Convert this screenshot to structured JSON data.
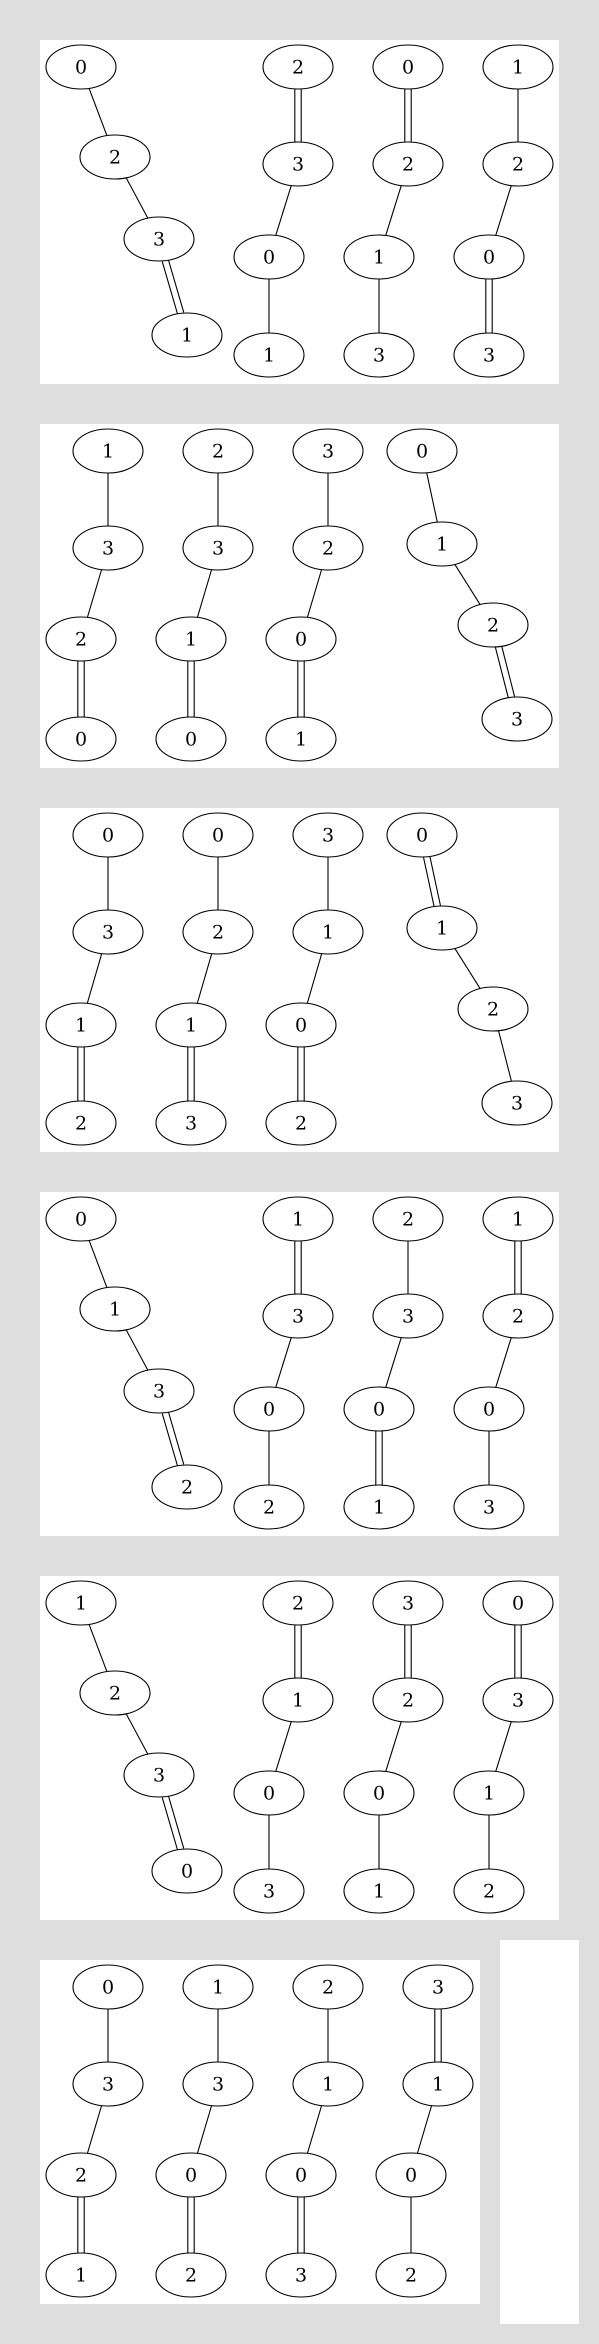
{
  "colors": {
    "background": "#dedede",
    "panel": "#ffffff",
    "stroke": "#000000"
  },
  "panels": [
    {
      "chains": [
        {
          "nodes": [
            "0",
            "2",
            "3",
            "1"
          ],
          "edges": [
            "single",
            "single",
            "double"
          ]
        },
        {
          "nodes": [
            "2",
            "3",
            "0",
            "1"
          ],
          "edges": [
            "double",
            "single",
            "single"
          ]
        },
        {
          "nodes": [
            "0",
            "2",
            "1",
            "3"
          ],
          "edges": [
            "double",
            "single",
            "single"
          ]
        },
        {
          "nodes": [
            "1",
            "2",
            "0",
            "3"
          ],
          "edges": [
            "single",
            "single",
            "double"
          ]
        }
      ]
    },
    {
      "chains": [
        {
          "nodes": [
            "1",
            "3",
            "2",
            "0"
          ],
          "edges": [
            "single",
            "single",
            "double"
          ]
        },
        {
          "nodes": [
            "2",
            "3",
            "1",
            "0"
          ],
          "edges": [
            "single",
            "single",
            "double"
          ]
        },
        {
          "nodes": [
            "3",
            "2",
            "0",
            "1"
          ],
          "edges": [
            "single",
            "single",
            "double"
          ]
        },
        {
          "nodes": [
            "0",
            "1",
            "2",
            "3"
          ],
          "edges": [
            "single",
            "single",
            "double"
          ]
        }
      ]
    },
    {
      "chains": [
        {
          "nodes": [
            "0",
            "3",
            "1",
            "2"
          ],
          "edges": [
            "single",
            "single",
            "double"
          ]
        },
        {
          "nodes": [
            "0",
            "2",
            "1",
            "3"
          ],
          "edges": [
            "single",
            "single",
            "double"
          ]
        },
        {
          "nodes": [
            "3",
            "1",
            "0",
            "2"
          ],
          "edges": [
            "single",
            "single",
            "double"
          ]
        },
        {
          "nodes": [
            "0",
            "1",
            "2",
            "3"
          ],
          "edges": [
            "double",
            "single",
            "single"
          ]
        }
      ]
    },
    {
      "chains": [
        {
          "nodes": [
            "0",
            "1",
            "3",
            "2"
          ],
          "edges": [
            "single",
            "single",
            "double"
          ]
        },
        {
          "nodes": [
            "1",
            "3",
            "0",
            "2"
          ],
          "edges": [
            "double",
            "single",
            "single"
          ]
        },
        {
          "nodes": [
            "2",
            "3",
            "0",
            "1"
          ],
          "edges": [
            "single",
            "single",
            "double"
          ]
        },
        {
          "nodes": [
            "1",
            "2",
            "0",
            "3"
          ],
          "edges": [
            "double",
            "single",
            "single"
          ]
        }
      ]
    },
    {
      "chains": [
        {
          "nodes": [
            "1",
            "2",
            "3",
            "0"
          ],
          "edges": [
            "single",
            "single",
            "double"
          ]
        },
        {
          "nodes": [
            "2",
            "1",
            "0",
            "3"
          ],
          "edges": [
            "double",
            "single",
            "single"
          ]
        },
        {
          "nodes": [
            "3",
            "2",
            "0",
            "1"
          ],
          "edges": [
            "double",
            "single",
            "single"
          ]
        },
        {
          "nodes": [
            "0",
            "3",
            "1",
            "2"
          ],
          "edges": [
            "double",
            "single",
            "single"
          ]
        }
      ]
    },
    {
      "chains": [
        {
          "nodes": [
            "0",
            "3",
            "2",
            "1"
          ],
          "edges": [
            "single",
            "single",
            "double"
          ]
        },
        {
          "nodes": [
            "1",
            "3",
            "0",
            "2"
          ],
          "edges": [
            "single",
            "single",
            "double"
          ]
        },
        {
          "nodes": [
            "2",
            "1",
            "0",
            "3"
          ],
          "edges": [
            "single",
            "single",
            "double"
          ]
        },
        {
          "nodes": [
            "3",
            "1",
            "0",
            "2"
          ],
          "edges": [
            "double",
            "single",
            "single"
          ]
        }
      ]
    }
  ]
}
